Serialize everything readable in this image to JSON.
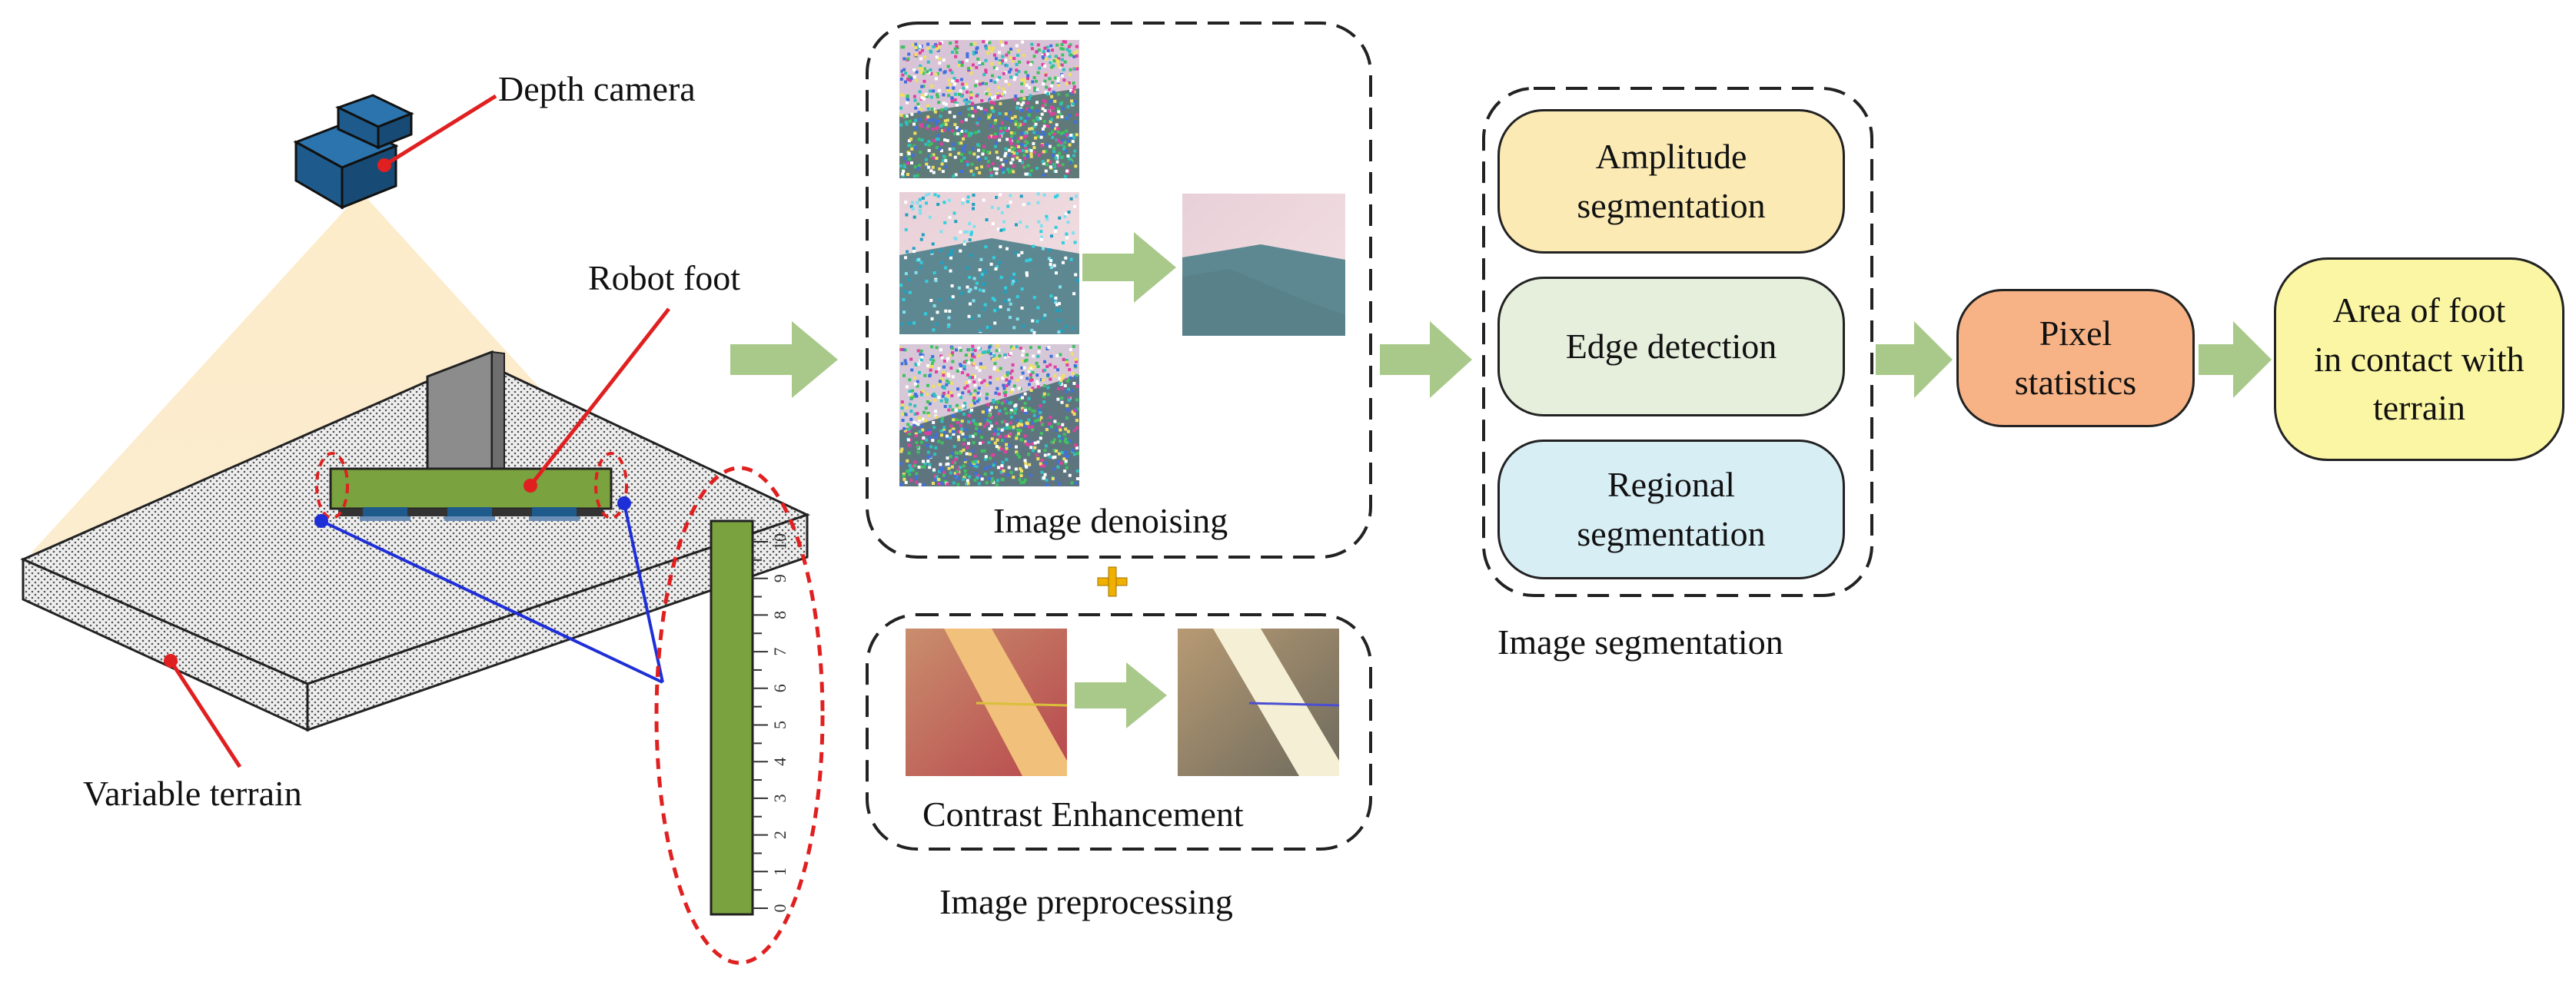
{
  "labels": {
    "depth_camera": "Depth camera",
    "robot_foot": "Robot foot",
    "variable_terrain": "Variable terrain",
    "image_denoising": "Image denoising",
    "contrast_enhancement": "Contrast Enhancement",
    "image_preprocessing": "Image preprocessing",
    "image_segmentation": "Image segmentation"
  },
  "segmentation_methods": {
    "amplitude": "Amplitude\nsegmentation",
    "edge": "Edge detection",
    "regional": "Regional\nsegmentation"
  },
  "pixel_statistics": "Pixel\nstatistics",
  "result": "Area of  foot\nin contact with\nterrain",
  "ruler": {
    "ticks": [
      "0",
      "1",
      "2",
      "3",
      "4",
      "5",
      "6",
      "7",
      "8",
      "9",
      "10"
    ]
  },
  "colors": {
    "amplitude_fill": "#fbeab4",
    "edge_fill": "#e5efdc",
    "regional_fill": "#d8eef5",
    "pixel_fill": "#f7b385",
    "result_fill": "#fbf6a4",
    "arrow": "#a9c98a",
    "camera": "#1e5b8c",
    "foot": "#7aa23e",
    "leader_red": "#e02020",
    "leader_blue": "#1f2fd8",
    "plus": "#f0b000"
  }
}
